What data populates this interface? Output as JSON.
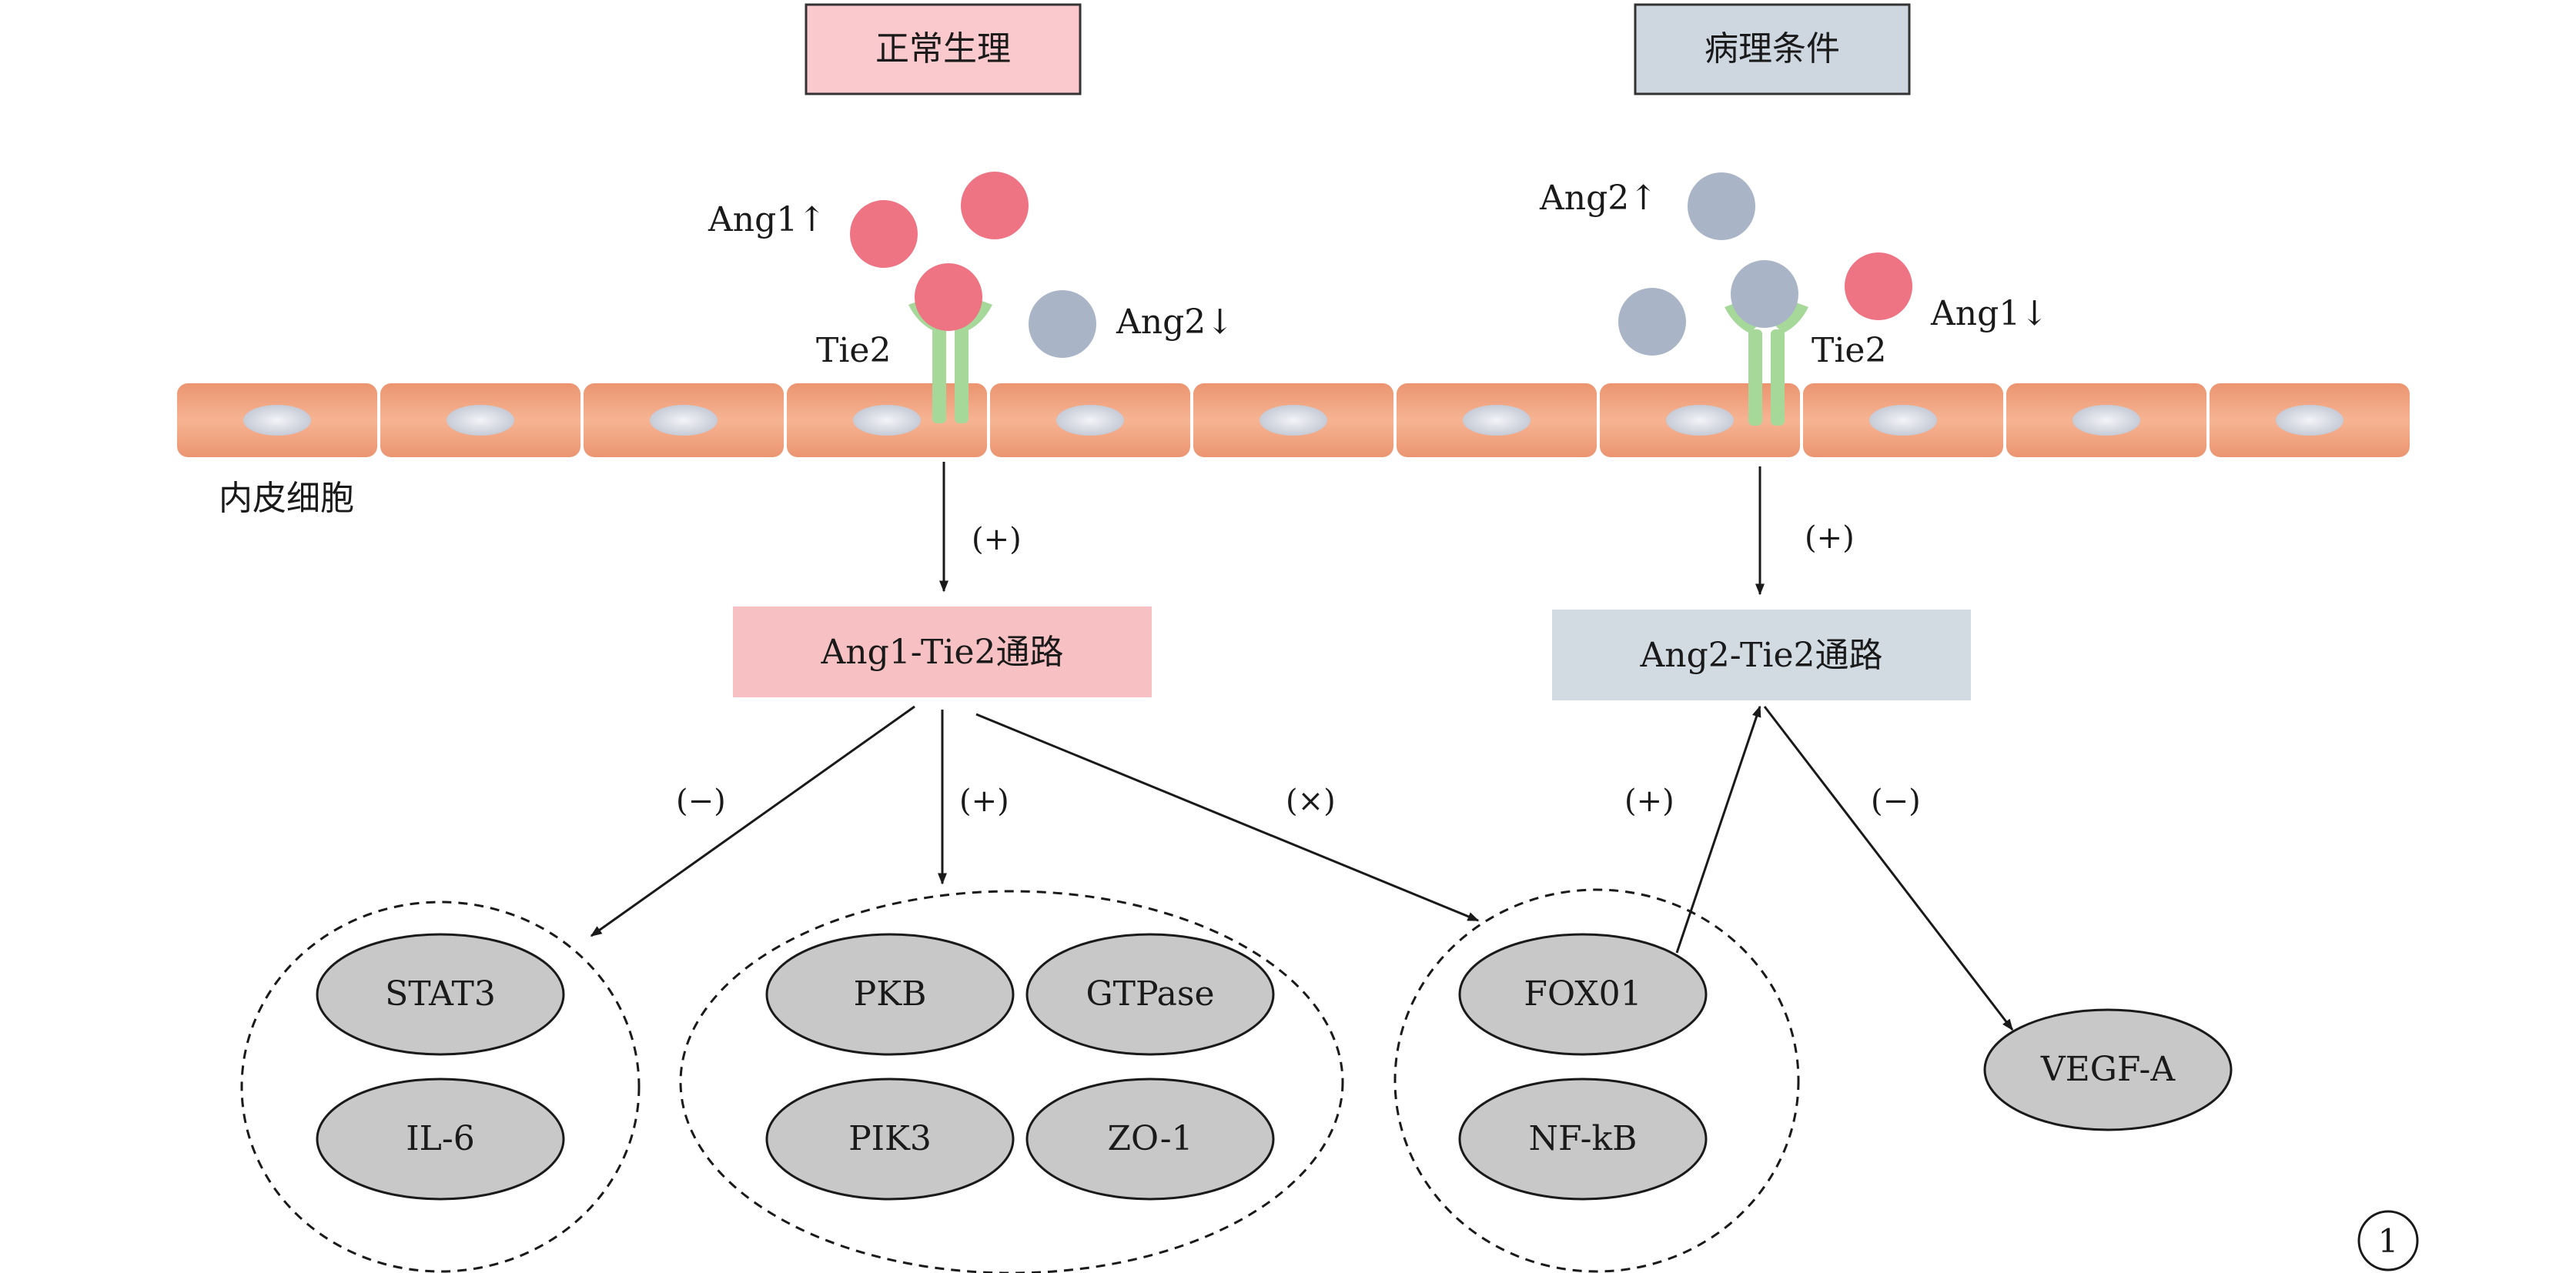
{
  "headers": {
    "normal": "正常生理",
    "pathological": "病理条件"
  },
  "left_top": {
    "ang1": "Ang1↑",
    "tie2": "Tie2",
    "ang2": "Ang2↓"
  },
  "right_top": {
    "ang2": "Ang2↑",
    "tie2": "Tie2",
    "ang1": "Ang1↓"
  },
  "cell_label": "内皮细胞",
  "pathways": {
    "ang1_tie2": "Ang1-Tie2通路",
    "ang2_tie2": "Ang2-Tie2通路"
  },
  "signs": {
    "left_down": "(+)",
    "right_down": "(+)",
    "left_minus": "(−)",
    "left_plus": "(+)",
    "left_cross": "(×)",
    "right_plus": "(+)",
    "right_minus": "(−)"
  },
  "nodes": {
    "stat3": "STAT3",
    "il6": "IL-6",
    "pkb": "PKB",
    "gtpase": "GTPase",
    "pik3": "PIK3",
    "zo1": "ZO-1",
    "fox01": "FOX01",
    "nfkb": "NF-kB",
    "vegfa": "VEGF-A"
  },
  "figure_number": "1",
  "colors": {
    "ang1": "#ee7383",
    "ang2": "#a9b5c6",
    "tie2": "#a6d89a",
    "cell": "#f0a078",
    "normal_box": "#fac9ce",
    "path_box": "#ced6e0",
    "ang1_tie2_box": "#f7c0c3",
    "ang2_tie2_box": "#d2dae2",
    "node": "#c8c8c8"
  }
}
